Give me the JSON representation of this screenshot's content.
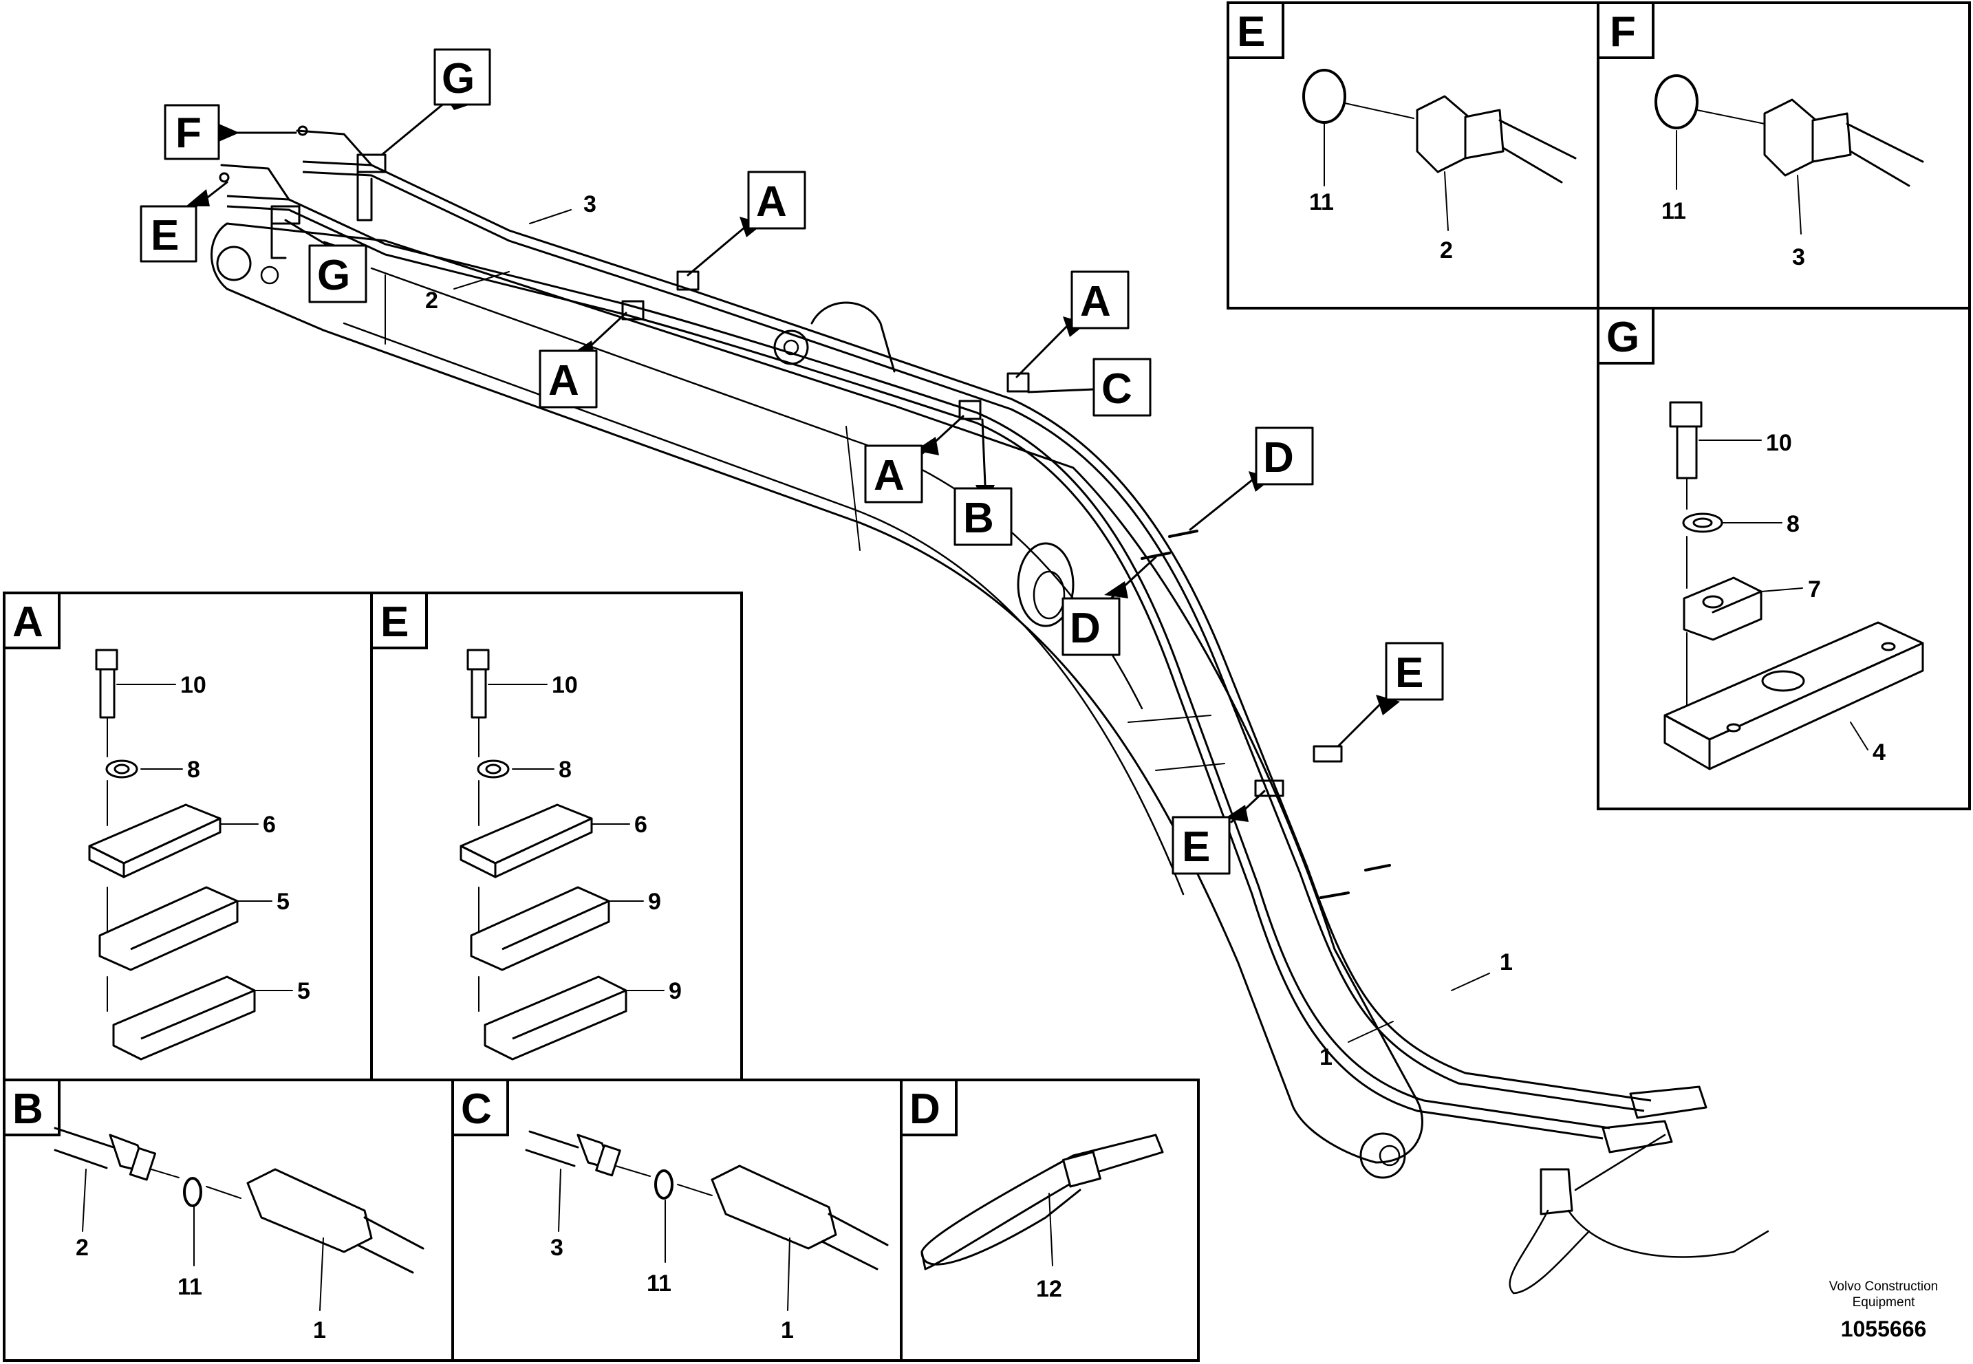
{
  "diagram": {
    "main_labels": {
      "F": "F",
      "G": "G",
      "E": "E",
      "A": "A",
      "B": "B",
      "C": "C",
      "D": "D"
    },
    "main_callouts": {
      "n1": "1",
      "n2": "2",
      "n3": "3"
    },
    "panels": {
      "A": {
        "letter": "A",
        "callouts": [
          "10",
          "8",
          "6",
          "5",
          "5"
        ]
      },
      "E_left": {
        "letter": "E",
        "callouts": [
          "10",
          "8",
          "6",
          "9",
          "9"
        ]
      },
      "B": {
        "letter": "B",
        "callouts": [
          "2",
          "11",
          "1"
        ]
      },
      "C": {
        "letter": "C",
        "callouts": [
          "3",
          "11",
          "1"
        ]
      },
      "D": {
        "letter": "D",
        "callouts": [
          "12"
        ]
      },
      "E_top": {
        "letter": "E",
        "callouts": [
          "11",
          "2"
        ]
      },
      "F": {
        "letter": "F",
        "callouts": [
          "11",
          "3"
        ]
      },
      "G": {
        "letter": "G",
        "callouts": [
          "10",
          "8",
          "7",
          "4"
        ]
      }
    },
    "footer": {
      "company_line1": "Volvo Construction",
      "company_line2": "Equipment",
      "drawing_number": "1055666"
    }
  }
}
